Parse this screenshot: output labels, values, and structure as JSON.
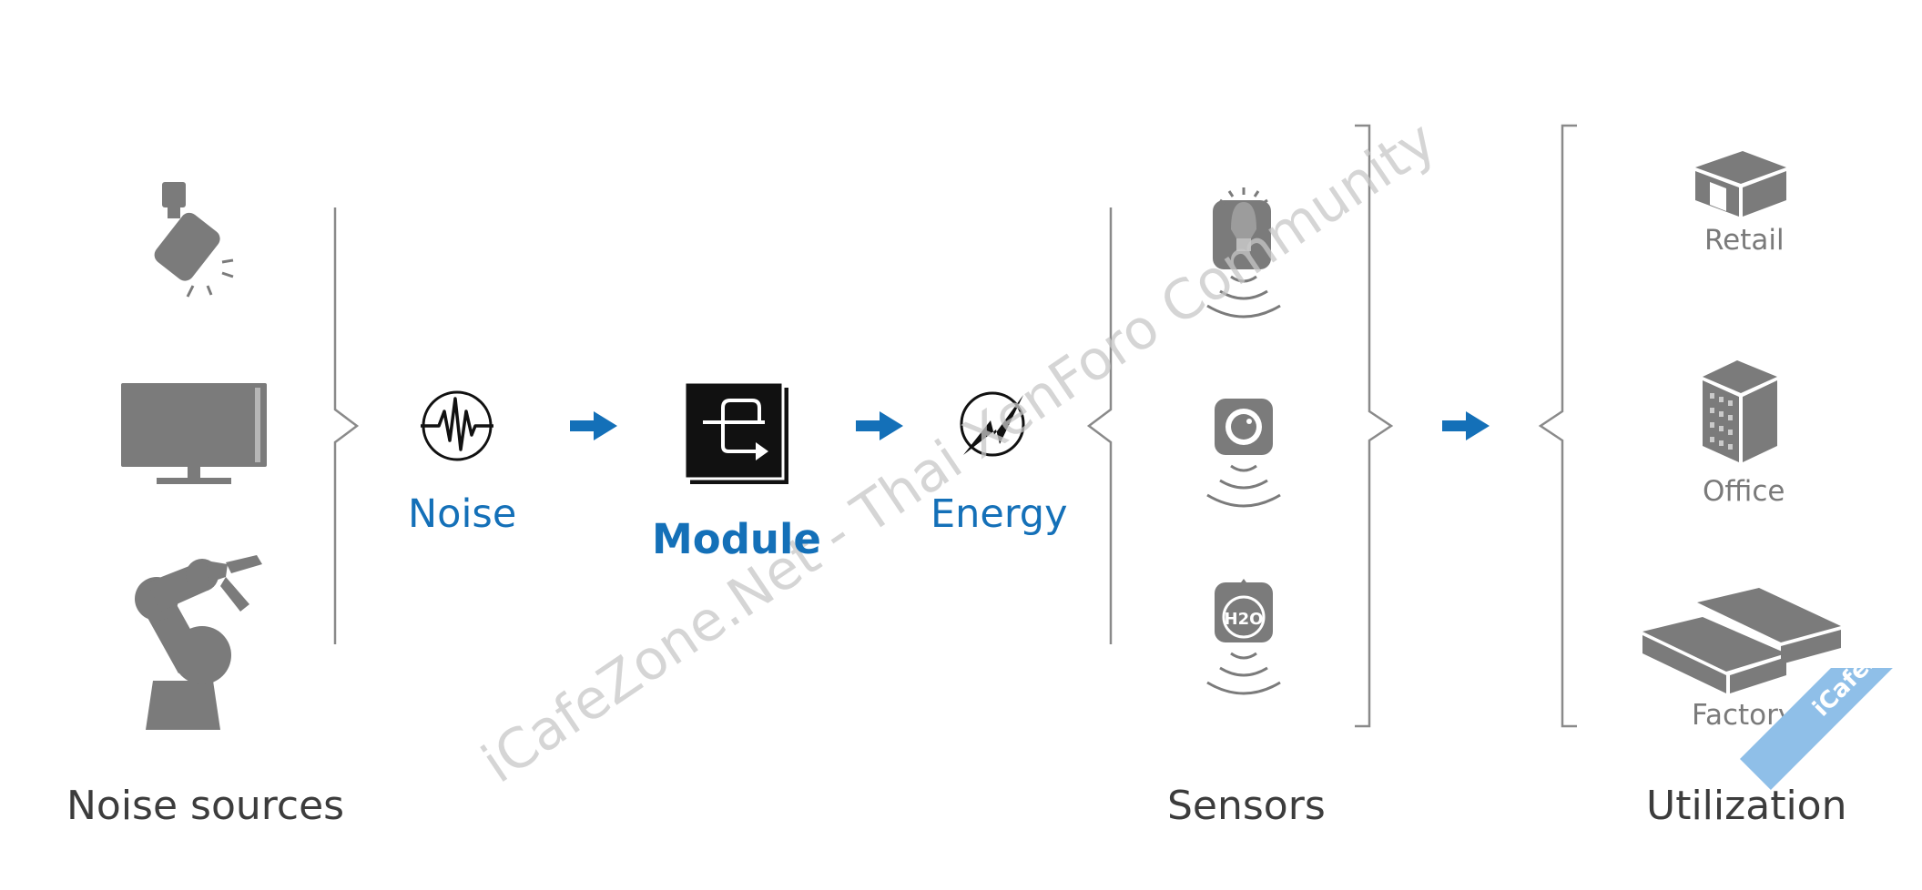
{
  "sections": {
    "noise_sources": "Noise sources",
    "sensors": "Sensors",
    "utilization": "Utilization"
  },
  "flow": {
    "noise": "Noise",
    "module": "Module",
    "energy": "Energy"
  },
  "utilization_items": {
    "retail": "Retail",
    "office": "Office",
    "factory": "Factory"
  },
  "sensor_icons": {
    "water_sensor_text": "H2O"
  },
  "watermark": {
    "text": "iCafeZone.Net - Thai XenForo Community",
    "corner": "iCafeZone"
  },
  "colors": {
    "icon_gray": "#7b7b7b",
    "accent_blue": "#1470b8",
    "bracket_gray": "#8a8a8a"
  }
}
